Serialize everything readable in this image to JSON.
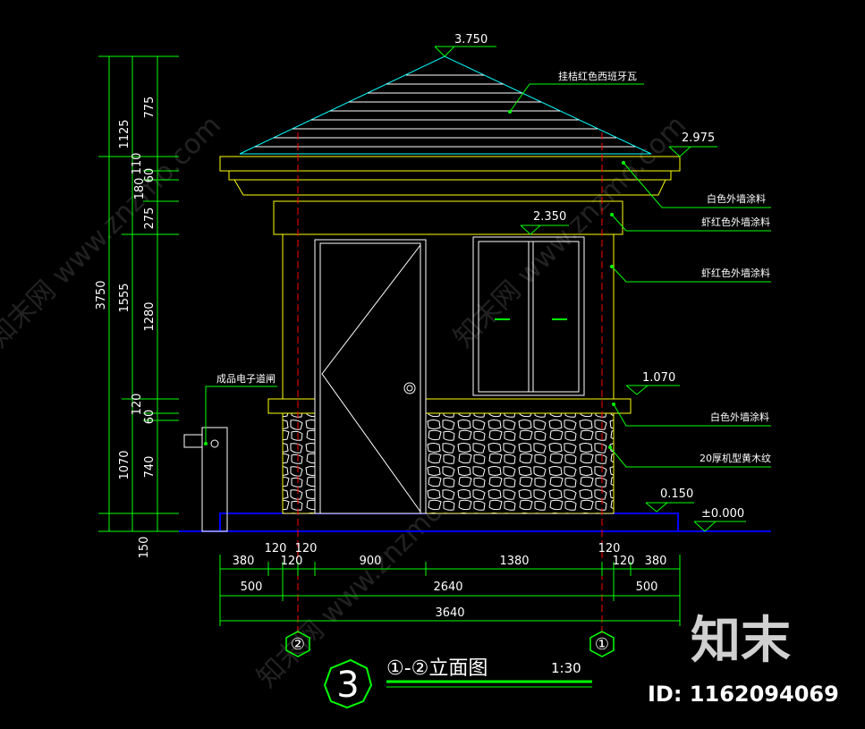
{
  "drawing": {
    "title": "①-②立面图",
    "scale": "1:30",
    "sheet_number": "3",
    "watermark_logo": "知末",
    "id_label": "ID: 1162094069",
    "axis_left": "②",
    "axis_right": "①"
  },
  "elevations": {
    "ridge": "3.750",
    "eave": "2.975",
    "window_top": "2.350",
    "sill": "1.070",
    "plinth": "0.150",
    "ground": "±0.000"
  },
  "notes": {
    "roof": "挂桔红色西班牙瓦",
    "fascia_white": "白色外墙涂料",
    "band_red": "虾红色外墙涂料",
    "wall_red": "虾红色外墙涂料",
    "sill_white": "白色外墙涂料",
    "stone": "20厚机型黄木纹",
    "gate": "成品电子道闸"
  },
  "dims_vertical_outer": {
    "total": "3750",
    "base": "150"
  },
  "dims_vertical_mid": {
    "roof": "1125",
    "wall": "1555",
    "base": "1070"
  },
  "dims_vertical_inner": {
    "roof": "775",
    "eave1": "110",
    "eave2": "60",
    "eave3": "180",
    "band": "275",
    "window": "1280",
    "sill1": "120",
    "sill2": "60",
    "plinth": "740"
  },
  "dims_horizontal_row1": {
    "a": "380",
    "b": "120",
    "c": "120",
    "d": "120",
    "door": "900",
    "window": "1380",
    "e": "120",
    "f": "120",
    "g": "380"
  },
  "dims_horizontal_row2": {
    "left": "500",
    "mid": "2640",
    "right": "500"
  },
  "dims_horizontal_row3": {
    "total": "3640"
  }
}
